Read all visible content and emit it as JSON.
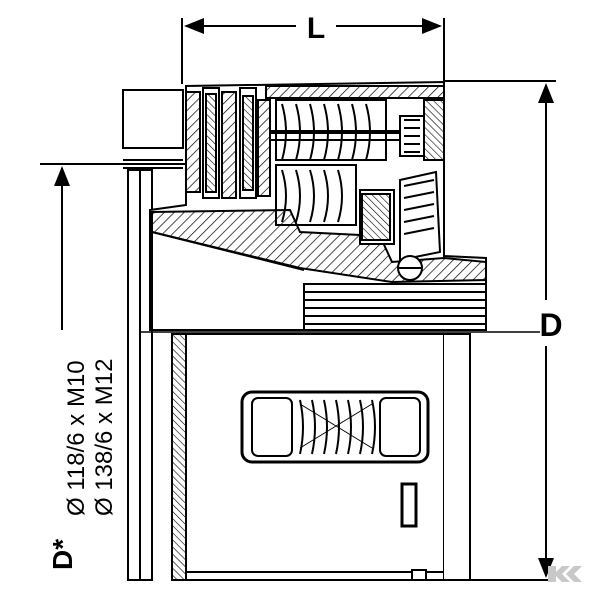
{
  "diagram": {
    "dimension_length_label": "L",
    "dimension_diameter_label": "D",
    "flange_label": "D*",
    "flange_spec_1": "Ø 118/6 x M10",
    "flange_spec_2": "Ø 138/6 x M12",
    "colors": {
      "ink": "#000000",
      "paper": "#ffffff",
      "watermark": "#c8c8c8"
    }
  }
}
